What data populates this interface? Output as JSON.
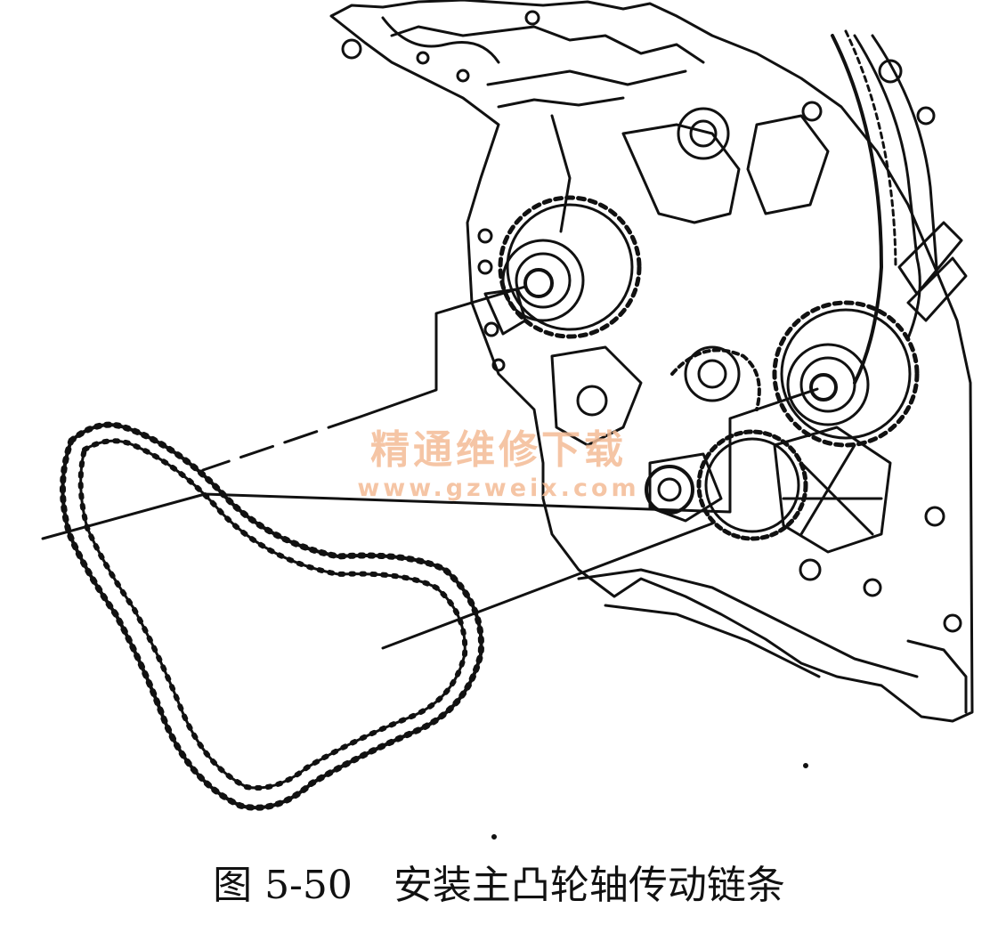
{
  "caption": {
    "figure_number": "图 5-50",
    "title": "安装主凸轮轴传动链条"
  },
  "watermark": {
    "text": "精通维修下载",
    "url": "www.gzweix.com"
  },
  "colors": {
    "ink": "#111111",
    "watermark": "#f4bc96"
  }
}
